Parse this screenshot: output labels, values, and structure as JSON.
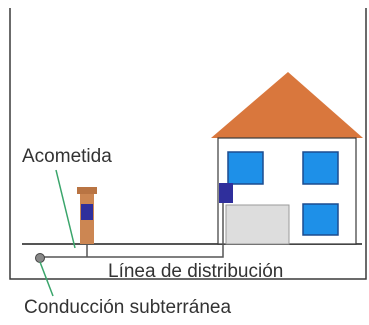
{
  "labels": {
    "acometida": "Acometida",
    "linea": "Línea de distribución",
    "conduccion": "Conducción subterránea"
  },
  "colors": {
    "frame": "#3a3a3a",
    "roof": "#d9773d",
    "house_wall": "#ffffff",
    "window_fill": "#1e90e8",
    "window_border": "#1b4c8f",
    "garage": "#dddddd",
    "meter_box": "#2f2f9c",
    "post": "#cc8652",
    "post_cap": "#b97443",
    "ground_line": "#555555",
    "leader_line": "#3aa56b",
    "pipe_dot": "#888888"
  },
  "icons": {
    "house": "house-icon",
    "meter_post": "meter-post-icon",
    "junction": "underground-junction-icon"
  }
}
